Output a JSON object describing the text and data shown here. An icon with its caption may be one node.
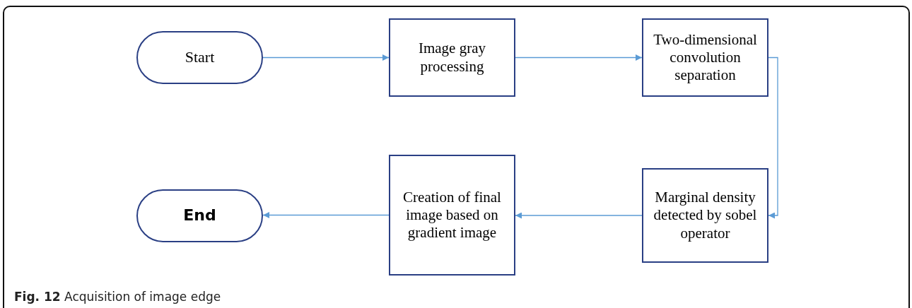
{
  "diagram": {
    "caption": "**Fig. 12** Acquisition of image edge",
    "nodes": [
      {
        "text": [
          "Start"
        ]
      },
      {
        "text": [
          "Image gray processing"
        ]
      },
      {
        "text": [
          "Two-dimensional convolution separation"
        ]
      },
      {
        "text": [
          "Marginal density detected by sobel operator"
        ]
      },
      {
        "text": [
          "Creation of final image based on gradient image"
        ]
      },
      {
        "text": [
          "End"
        ]
      }
    ],
    "edges": [
      {
        "from": 0,
        "to": 1,
        "arrow": "to"
      },
      {
        "from": 1,
        "to": 2,
        "arrow": "to"
      },
      {
        "from": 2,
        "to": 3,
        "arrow": "to"
      },
      {
        "from": 3,
        "to": 4,
        "arrow": "to"
      },
      {
        "from": 4,
        "to": 5,
        "arrow": "to"
      }
    ]
  }
}
